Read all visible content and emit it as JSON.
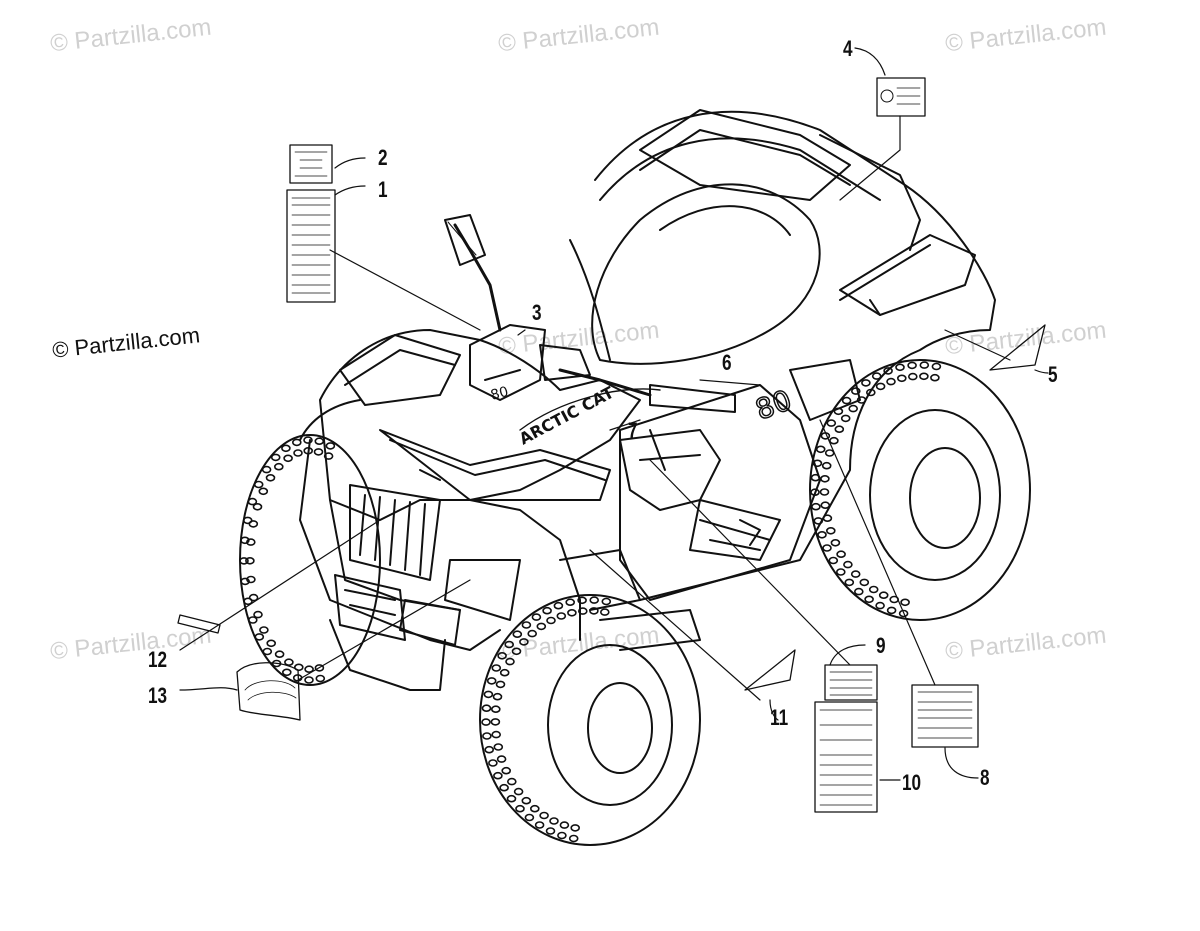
{
  "watermarks": {
    "top_left": "© Partzilla.com",
    "top_center": "© Partzilla.com",
    "top_right": "© Partzilla.com",
    "mid_left": "© Partzilla.com",
    "mid_center": "© Partzilla.com",
    "mid_right": "© Partzilla.com",
    "low_left": "© Partzilla.com",
    "low_center": "© Partzilla.com",
    "low_right": "© Partzilla.com"
  },
  "callouts": [
    "1",
    "2",
    "3",
    "4",
    "5",
    "6",
    "7",
    "8",
    "9",
    "10",
    "11",
    "12",
    "13"
  ],
  "colors": {
    "line": "#111111",
    "watermark": "#d0d0d0",
    "background": "#ffffff"
  }
}
